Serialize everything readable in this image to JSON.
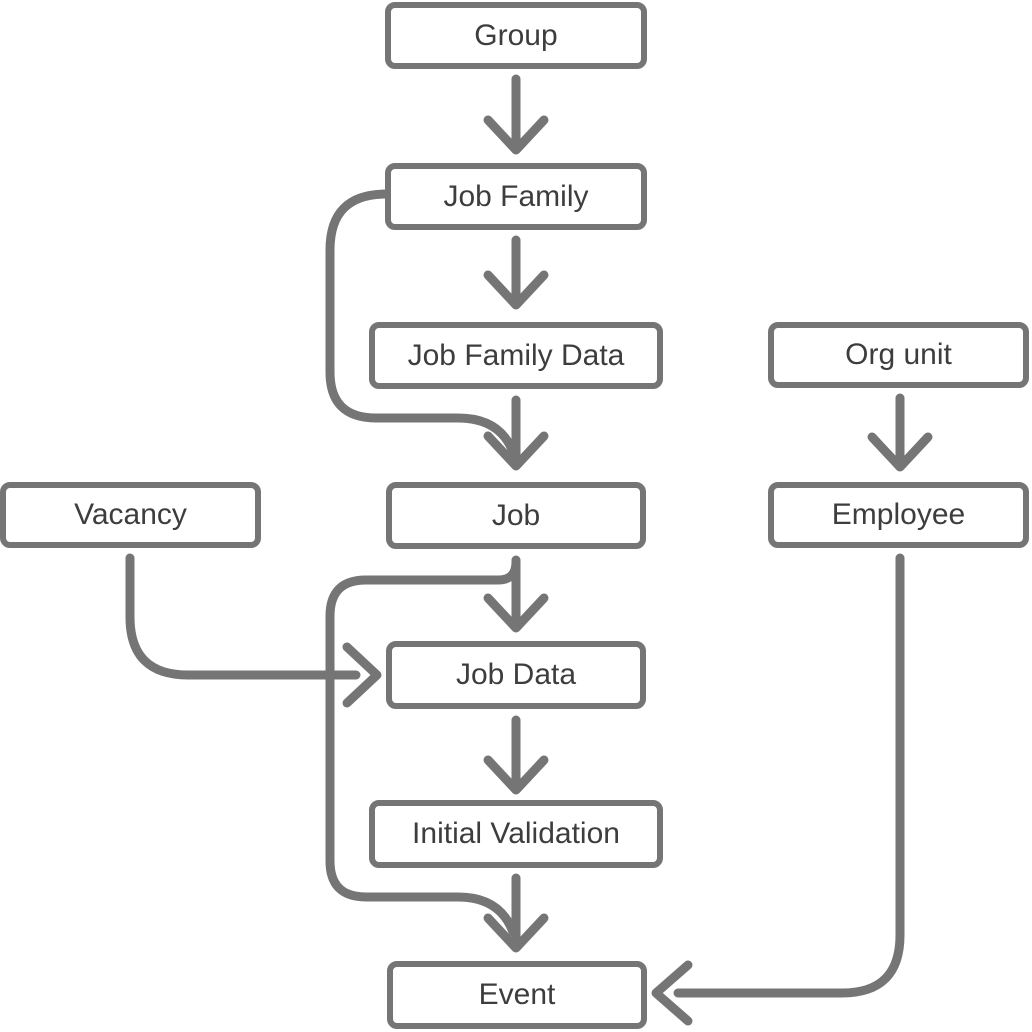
{
  "diagram": {
    "type": "flowchart",
    "colors": {
      "background": "#ffffff",
      "box_fill": "#ffffff",
      "box_border": "#757575",
      "arrow": "#757575",
      "label_text": "#3d3d3d"
    },
    "nodes": [
      {
        "id": "group",
        "label": "Group"
      },
      {
        "id": "job-family",
        "label": "Job Family"
      },
      {
        "id": "job-family-data",
        "label": "Job Family Data"
      },
      {
        "id": "org-unit",
        "label": "Org unit"
      },
      {
        "id": "vacancy",
        "label": "Vacancy"
      },
      {
        "id": "job",
        "label": "Job"
      },
      {
        "id": "employee",
        "label": "Employee"
      },
      {
        "id": "job-data",
        "label": "Job Data"
      },
      {
        "id": "initial-validation",
        "label": "Initial Validation"
      },
      {
        "id": "event",
        "label": "Event"
      }
    ],
    "edges": [
      {
        "from": "Group",
        "to": "Job Family"
      },
      {
        "from": "Job Family",
        "to": "Job Family Data"
      },
      {
        "from": "Job Family",
        "to": "Job"
      },
      {
        "from": "Job Family Data",
        "to": "Job"
      },
      {
        "from": "Org unit",
        "to": "Employee"
      },
      {
        "from": "Vacancy",
        "to": "Job Data"
      },
      {
        "from": "Job",
        "to": "Job Data"
      },
      {
        "from": "Job",
        "to": "Event"
      },
      {
        "from": "Job Data",
        "to": "Initial Validation"
      },
      {
        "from": "Initial Validation",
        "to": "Event"
      },
      {
        "from": "Employee",
        "to": "Event"
      }
    ]
  }
}
